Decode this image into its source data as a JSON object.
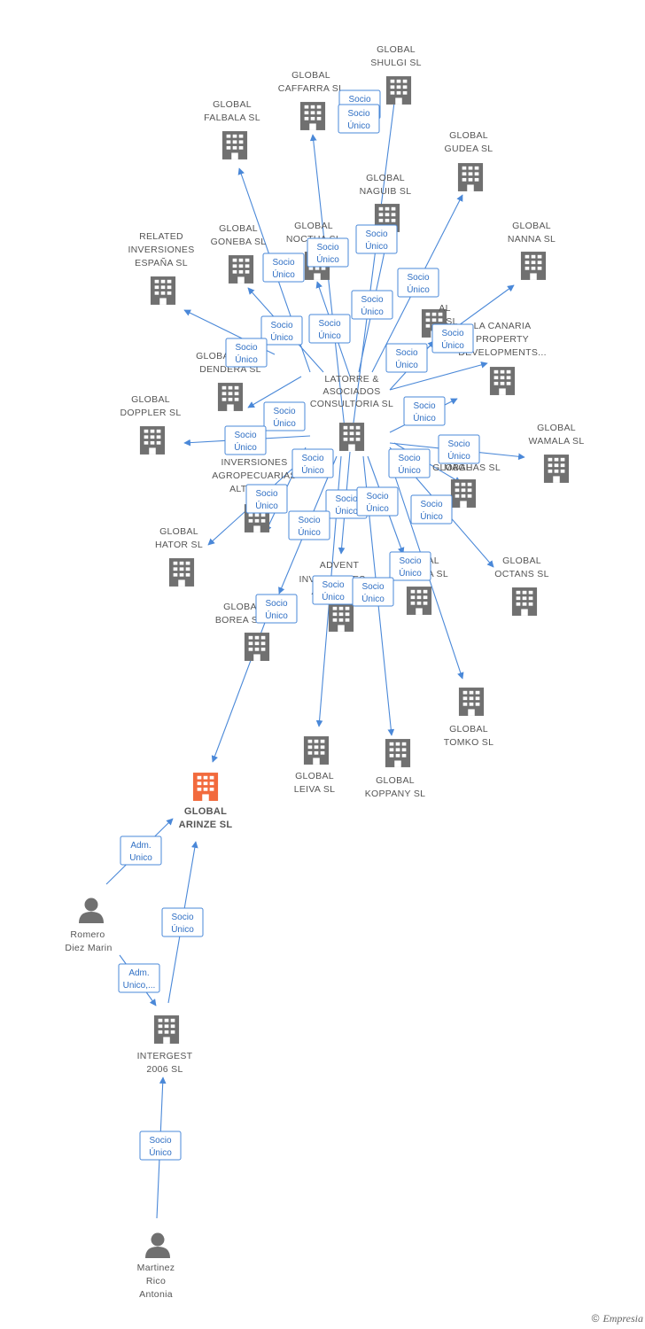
{
  "colors": {
    "edge": "#4a88d8",
    "building": "#707070",
    "focus": "#f26a3d",
    "badge_text": "#2f6fc4"
  },
  "nodes": [
    {
      "id": "latorre",
      "type": "company",
      "label": [
        "LATORRE &",
        "ASOCIADOS",
        "CONSULTORIA SL"
      ]
    },
    {
      "id": "arinze",
      "type": "company",
      "focus": true,
      "label": [
        "GLOBAL",
        "ARINZE SL"
      ]
    },
    {
      "id": "shulgi",
      "type": "company",
      "label": [
        "GLOBAL",
        "SHULGI SL"
      ]
    },
    {
      "id": "caffarra",
      "type": "company",
      "label": [
        "GLOBAL",
        "CAFFARRA SL"
      ]
    },
    {
      "id": "falbala",
      "type": "company",
      "label": [
        "GLOBAL",
        "FALBALA SL"
      ]
    },
    {
      "id": "gudea",
      "type": "company",
      "label": [
        "GLOBAL",
        "GUDEA SL"
      ]
    },
    {
      "id": "naguib",
      "type": "company",
      "label": [
        "GLOBAL",
        "NAGUIB SL"
      ]
    },
    {
      "id": "noctua",
      "type": "company",
      "label": [
        "GLOBAL",
        "NOCTUA SL"
      ]
    },
    {
      "id": "goneba",
      "type": "company",
      "label": [
        "GLOBAL",
        "GONEBA SL"
      ]
    },
    {
      "id": "related",
      "type": "company",
      "label": [
        "RELATED",
        "INVERSIONES",
        "ESPAÑA SL"
      ]
    },
    {
      "id": "nanna",
      "type": "company",
      "label": [
        "GLOBAL",
        "NANNA SL"
      ]
    },
    {
      "id": "eal",
      "type": "company",
      "label": [
        "AL",
        "SL"
      ]
    },
    {
      "id": "canaria",
      "type": "company",
      "label": [
        "LA CANARIA",
        "PROPERTY",
        "DEVELOPMENTS..."
      ]
    },
    {
      "id": "dendera",
      "type": "company",
      "label": [
        "GLOBAL",
        "DENDERA SL"
      ]
    },
    {
      "id": "doppler",
      "type": "company",
      "label": [
        "GLOBAL",
        "DOPPLER SL"
      ]
    },
    {
      "id": "wamala",
      "type": "company",
      "label": [
        "GLOBAL",
        "WAMALA SL"
      ]
    },
    {
      "id": "inversiones",
      "type": "company",
      "label": [
        "INVERSIONES",
        "AGROPECUARIAS",
        "ALT..."
      ]
    },
    {
      "id": "maghas",
      "type": "company",
      "label": [
        "GLOBAL",
        "MAGHAS SL"
      ]
    },
    {
      "id": "hator",
      "type": "company",
      "label": [
        "GLOBAL",
        "HATOR SL"
      ]
    },
    {
      "id": "octans",
      "type": "company",
      "label": [
        "GLOBAL",
        "OCTANS SL"
      ]
    },
    {
      "id": "advent",
      "type": "company",
      "label": [
        "ADVENT",
        "INVERSIONES",
        "A..."
      ]
    },
    {
      "id": "gla",
      "type": "company",
      "label": [
        "GLOBAL",
        "GLA SL"
      ]
    },
    {
      "id": "borea",
      "type": "company",
      "label": [
        "GLOBAL",
        "BOREA SL"
      ]
    },
    {
      "id": "tomko",
      "type": "company",
      "label": [
        "GLOBAL",
        "TOMKO SL"
      ]
    },
    {
      "id": "leiva",
      "type": "company",
      "label": [
        "GLOBAL",
        "LEIVA SL"
      ]
    },
    {
      "id": "koppany",
      "type": "company",
      "label": [
        "GLOBAL",
        "KOPPANY SL"
      ]
    },
    {
      "id": "intergest",
      "type": "company",
      "label": [
        "INTERGEST",
        "2006 SL"
      ]
    },
    {
      "id": "romero",
      "type": "person",
      "label": [
        "Romero",
        "Diez Marin"
      ]
    },
    {
      "id": "martinez",
      "type": "person",
      "label": [
        "Martinez",
        "Rico",
        "Antonia"
      ]
    }
  ],
  "badges": [
    [
      "Socio",
      "Único"
    ],
    [
      "Socio",
      "Único"
    ],
    [
      "Socio",
      "Único"
    ],
    [
      "Socio",
      "Único"
    ],
    [
      "Socio",
      "Único"
    ],
    [
      "Socio",
      "Único"
    ],
    [
      "Socio",
      "Único"
    ],
    [
      "Socio",
      "Único"
    ],
    [
      "Socio",
      "Único"
    ],
    [
      "Socio",
      "Único"
    ],
    [
      "Socio",
      "Único"
    ],
    [
      "Socio",
      "Único"
    ],
    [
      "Socio",
      "Único"
    ],
    [
      "Socio",
      "Único"
    ],
    [
      "Socio",
      "Único"
    ],
    [
      "Socio",
      "Único"
    ],
    [
      "Socio",
      "Único"
    ],
    [
      "Socio",
      "Único"
    ],
    [
      "Socio",
      "Único"
    ],
    [
      "Socio",
      "Único"
    ],
    [
      "Socio",
      "Único"
    ],
    [
      "Socio",
      "Único"
    ],
    [
      "Socio",
      "Único"
    ],
    [
      "Socio",
      "Único"
    ],
    [
      "Socio",
      "Único"
    ],
    [
      "Socio",
      "Único"
    ],
    [
      "Socio",
      "Único"
    ],
    [
      "Adm.",
      "Unico"
    ],
    [
      "Socio",
      "Único"
    ],
    [
      "Adm.",
      "Unico,..."
    ],
    [
      "Socio",
      "Único"
    ]
  ],
  "footer": {
    "copyright": "©",
    "brand": "Empresia"
  }
}
